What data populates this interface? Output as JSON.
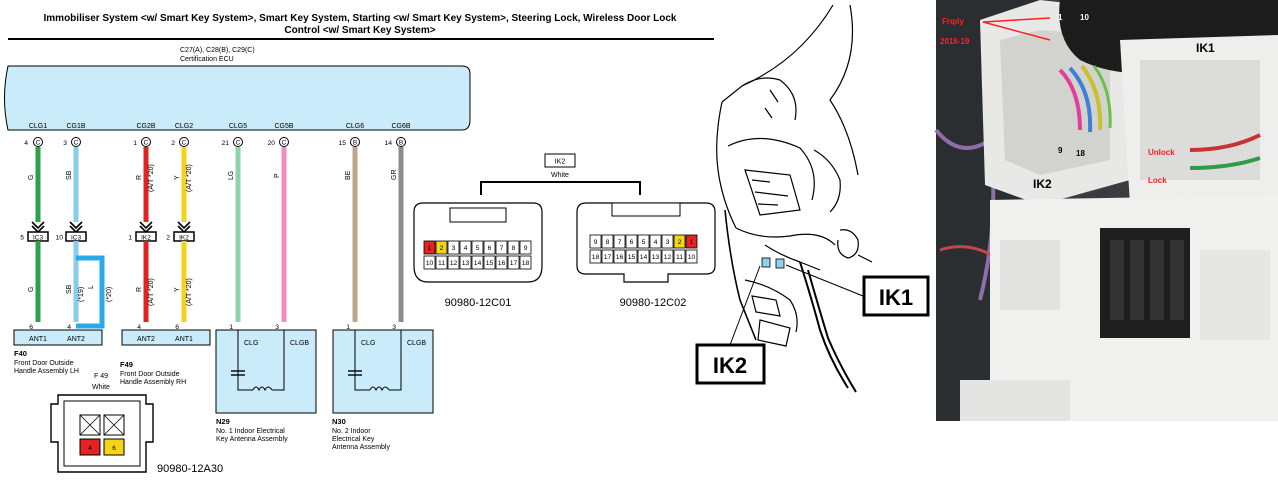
{
  "header": {
    "title_line1": "Immobiliser System <w/ Smart Key System>, Smart Key System, Starting <w/ Smart Key System>, Steering Lock, Wireless Door Lock",
    "title_line2": "Control <w/ Smart Key System>"
  },
  "ecu": {
    "connectors": "C27(A), C28(B), C29(C)",
    "name": "Certification ECU",
    "terminals": [
      {
        "name": "CLG1",
        "pin": "4",
        "conn": "C",
        "wire": "G"
      },
      {
        "name": "CG1B",
        "pin": "3",
        "conn": "C",
        "wire": "SB"
      },
      {
        "name": "CG2B",
        "pin": "1",
        "conn": "C",
        "wire": "R",
        "note": "(A/T *20)"
      },
      {
        "name": "CLG2",
        "pin": "2",
        "conn": "C",
        "wire": "Y",
        "note": "(A/T *20)"
      },
      {
        "name": "CLG5",
        "pin": "21",
        "conn": "C",
        "wire": "LG"
      },
      {
        "name": "CG5B",
        "pin": "20",
        "conn": "C",
        "wire": "P"
      },
      {
        "name": "CLG6",
        "pin": "15",
        "conn": "B",
        "wire": "BE"
      },
      {
        "name": "CG6B",
        "pin": "14",
        "conn": "B",
        "wire": "GR"
      }
    ]
  },
  "junctions": [
    {
      "pin_left": "5",
      "label": "IC3"
    },
    {
      "pin_left": "10",
      "label": "IC3"
    },
    {
      "pin_left": "1",
      "label": "IK2"
    },
    {
      "pin_left": "2",
      "label": "IK2"
    }
  ],
  "lower_wires": {
    "g": "G",
    "sb": "SB",
    "l": "L",
    "l_note1": "(*19)",
    "l_note2": "(*20)",
    "r": "R",
    "r_note": "(A/T *20)",
    "y": "Y",
    "y_note": "(A/T *20)"
  },
  "components": {
    "f40": {
      "pins": [
        "6",
        "4"
      ],
      "labels": [
        "ANT1",
        "ANT2"
      ],
      "id": "F40",
      "desc1": "Front Door Outside",
      "desc2": "Handle Assembly LH"
    },
    "f49": {
      "pins": [
        "4",
        "6"
      ],
      "labels": [
        "ANT2",
        "ANT1"
      ],
      "id": "F49",
      "desc1": "Front Door Outside",
      "desc2": "Handle Assembly RH"
    },
    "n29": {
      "pins": [
        "1",
        "3"
      ],
      "labels": [
        "CLG",
        "CLGB"
      ],
      "id": "N29",
      "desc1": "No. 1 Indoor Electrical",
      "desc2": "Key Antenna Assembly"
    },
    "n30": {
      "pins": [
        "1",
        "3"
      ],
      "labels": [
        "CLG",
        "CLGB"
      ],
      "id": "N30",
      "desc1": "No. 2 Indoor",
      "desc2": "Electrical Key",
      "desc3": "Antenna Assembly"
    }
  },
  "f49_connector": {
    "id": "F 49",
    "color": "White",
    "pins": [
      "4",
      "6"
    ],
    "part": "90980-12A30"
  },
  "ik2_connector": {
    "label": "IK2",
    "color": "White",
    "left": {
      "top": [
        "1",
        "2",
        "3",
        "4",
        "5",
        "6",
        "7",
        "8",
        "9"
      ],
      "bottom": [
        "10",
        "11",
        "12",
        "13",
        "14",
        "15",
        "16",
        "17",
        "18"
      ],
      "part": "90980-12C01"
    },
    "right": {
      "top": [
        "9",
        "8",
        "7",
        "6",
        "5",
        "4",
        "3",
        "2",
        "1"
      ],
      "bottom": [
        "18",
        "17",
        "16",
        "15",
        "14",
        "13",
        "12",
        "11",
        "10"
      ],
      "part": "90980-12C02"
    },
    "colors": {
      "red": "#e32222",
      "yellow": "#f4d418"
    }
  },
  "location": {
    "ik1": "IK1",
    "ik2": "IK2"
  },
  "photo": {
    "label1": "Frqıly",
    "label2": "2016-19",
    "pin1": "1",
    "pin10": "10",
    "pin9": "9",
    "pin18": "18",
    "ik1": "IK1",
    "ik2": "IK2",
    "unlock": "Unlock",
    "lock": "Lock"
  },
  "wire_colors": {
    "G": "#2aa14a",
    "SB": "#86cdf0",
    "R": "#e32222",
    "Y": "#f4d418",
    "LG": "#8fd3a8",
    "P": "#f08cbf",
    "BE": "#bfa58a",
    "GR": "#8c8c8c",
    "L": "#2aa8e8",
    "ECU": "#c9ebfa"
  }
}
